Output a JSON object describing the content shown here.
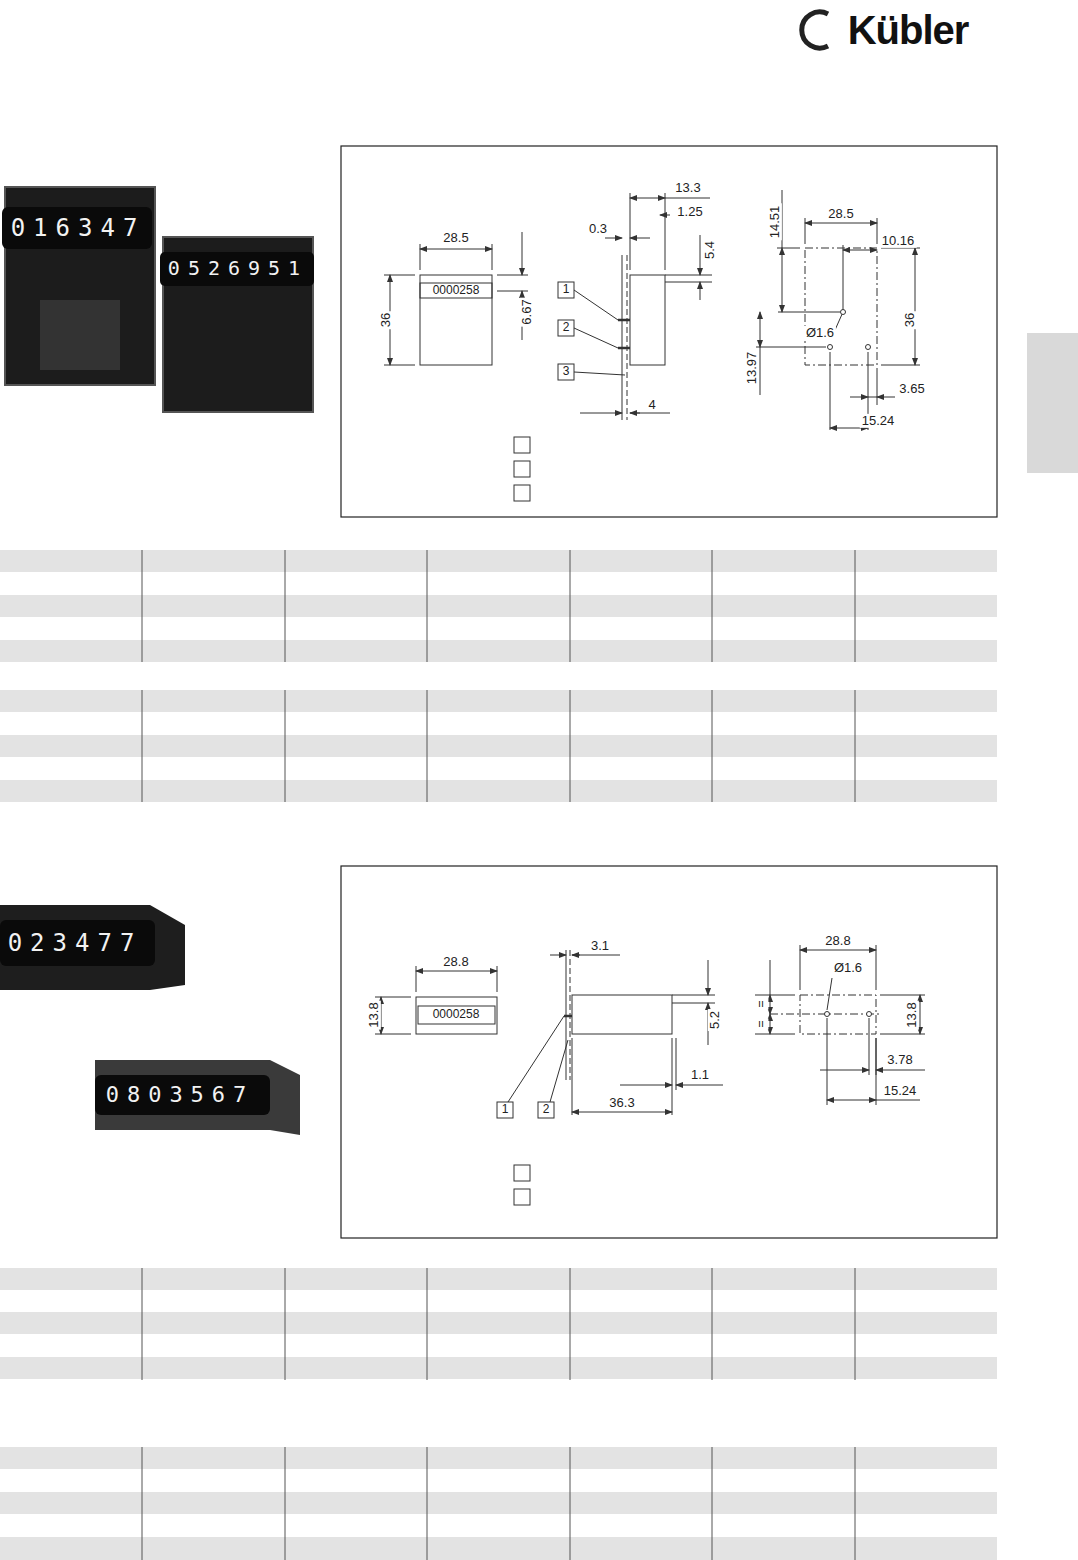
{
  "diagram": {
    "labels": [
      "Kübler",
      "016347",
      "0526951",
      "28.5",
      "36",
      "0000258",
      "6.67",
      "13.3",
      "1.25",
      "0.3",
      "5.4",
      "1",
      "2",
      "3",
      "4",
      "28.5",
      "10.16",
      "14.51",
      "36",
      "Ø1.6",
      "13.97",
      "3.65",
      "15.24",
      "023477",
      "0803567",
      "28.8",
      "13.8",
      "0000258",
      "3.1",
      "5.2",
      "1",
      "2",
      "1.1",
      "36.3",
      "28.8",
      "Ø1.6",
      "=",
      "=",
      "13.8",
      "3.78",
      "15.24"
    ]
  }
}
